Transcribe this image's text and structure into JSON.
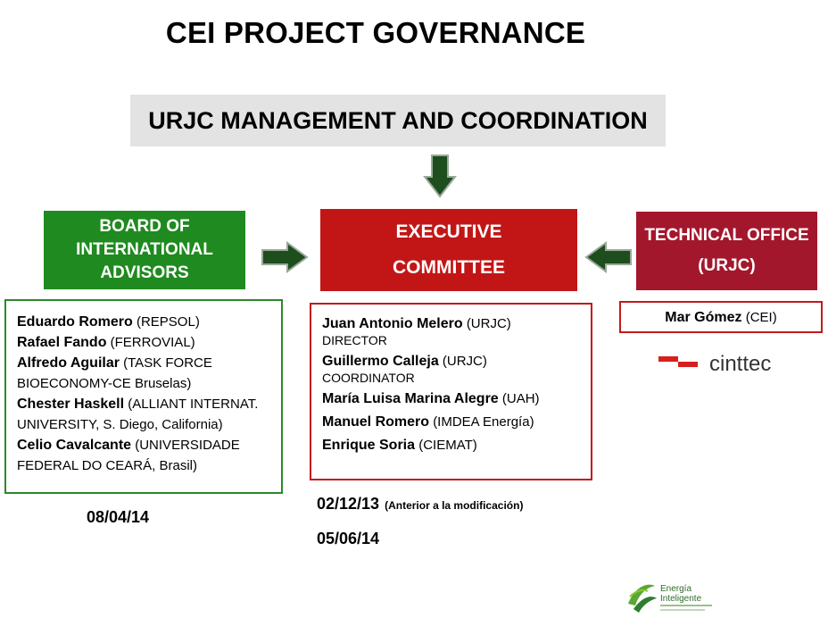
{
  "title": "CEI PROJECT GOVERNANCE",
  "management": {
    "label": "URJC MANAGEMENT AND COORDINATION"
  },
  "board": {
    "header": [
      "BOARD OF",
      "INTERNATIONAL",
      "ADVISORS"
    ],
    "members": [
      {
        "name": "Eduardo  Romero",
        "org": "(REPSOL)"
      },
      {
        "name": "Rafael Fando",
        "org": "(FERROVIAL)"
      },
      {
        "name": "Alfredo Aguilar",
        "org": "(TASK FORCE BIOECONOMY-CE Bruselas)"
      },
      {
        "name": "Chester Haskell",
        "org": "(ALLIANT INTERNAT. UNIVERSITY, S. Diego, California)"
      },
      {
        "name": "Celio Cavalcante",
        "org": "(UNIVERSIDADE FEDERAL DO CEARÁ, Brasil)"
      }
    ],
    "date": "08/04/14"
  },
  "executive": {
    "header": [
      "EXECUTIVE",
      "COMMITTEE"
    ],
    "members": [
      {
        "name": "Juan Antonio Melero",
        "org": "(URJC)",
        "role": "DIRECTOR"
      },
      {
        "name": "Guillermo  Calleja",
        "org": "(URJC)",
        "role": "COORDINATOR"
      },
      {
        "name": "María Luisa Marina Alegre",
        "org": "(UAH)",
        "role": ""
      },
      {
        "name": "Manuel Romero",
        "org": "(IMDEA Energía)",
        "role": ""
      },
      {
        "name": "Enrique Soria",
        "org": "(CIEMAT)",
        "role": ""
      }
    ],
    "date1": "02/12/13",
    "date1_note": "(Anterior a la modificación)",
    "date2": "05/06/14"
  },
  "technical": {
    "header": [
      "TECHNICAL OFFICE",
      "(URJC)"
    ],
    "member": {
      "name": "Mar Gómez",
      "org": "(CEI)"
    }
  },
  "logos": {
    "cinttec": "cinttec",
    "energia_line1": "Energía",
    "energia_line2": "Inteligente"
  },
  "colors": {
    "board": "#1f8a1f",
    "executive": "#c21616",
    "technical": "#a3172c",
    "arrow": "#1e4d1e",
    "management_bg": "#e3e3e3"
  }
}
